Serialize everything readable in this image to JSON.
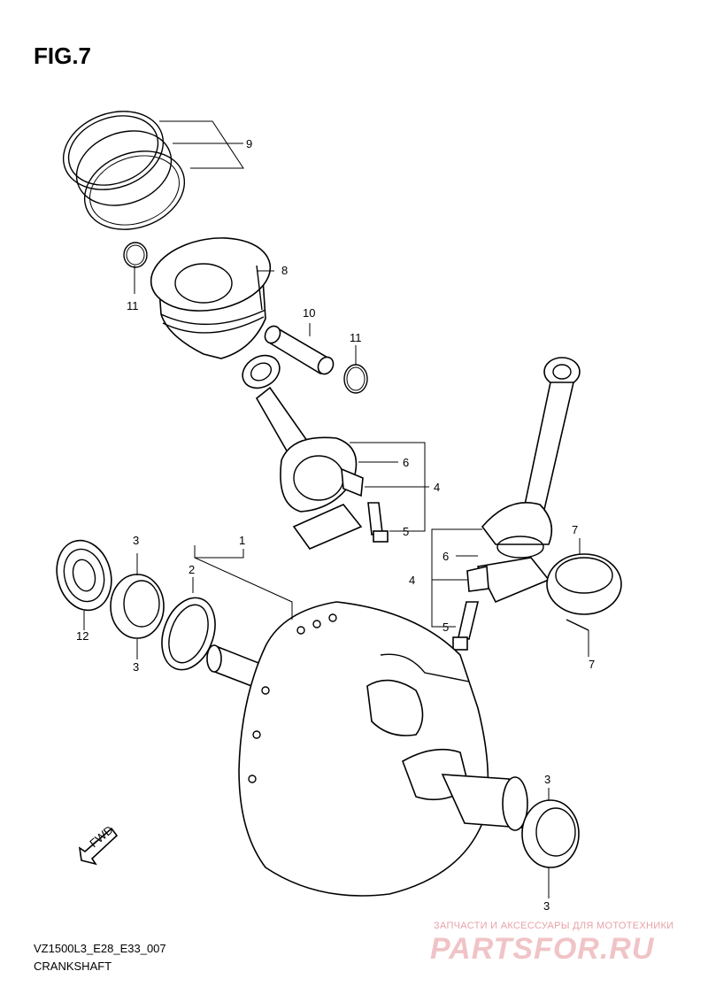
{
  "figure": {
    "title": "FIG.7",
    "code": "VZ1500L3_E28_E33_007",
    "name": "CRANKSHAFT"
  },
  "callouts": {
    "c1": "1",
    "c2": "2",
    "c3a": "3",
    "c3b": "3",
    "c3c": "3",
    "c3d": "3",
    "c4a": "4",
    "c4b": "4",
    "c5a": "5",
    "c5b": "5",
    "c6a": "6",
    "c6b": "6",
    "c7a": "7",
    "c7b": "7",
    "c8": "8",
    "c9": "9",
    "c10": "10",
    "c11a": "11",
    "c11b": "11",
    "c12": "12"
  },
  "direction_marker": "FWD",
  "watermark": {
    "tagline": "ЗАПЧАСТИ И АКСЕССУАРЫ ДЛЯ МОТОТЕХНИКИ",
    "brand": "PARTSFOR.RU"
  }
}
